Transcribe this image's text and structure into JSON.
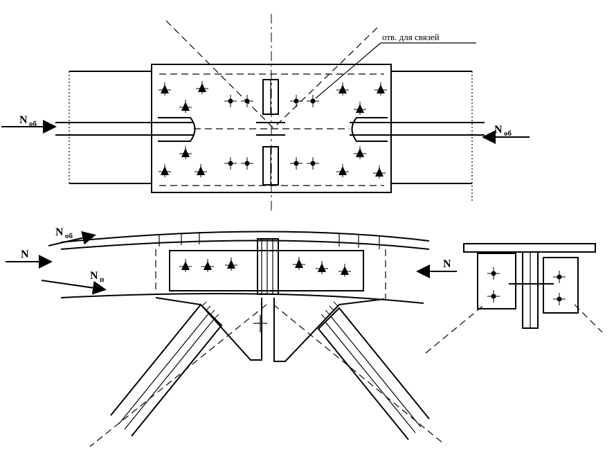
{
  "labels": {
    "note_holes": "отв. для связей",
    "n_ob_left_main": "N",
    "n_ob_left_sub": "об",
    "n_ob_right_main": "N",
    "n_ob_right_sub": "об",
    "n_ob_mid_main": "N",
    "n_ob_mid_sub": "об",
    "n_left": "N",
    "n_right": "N",
    "n_p_main": "N",
    "n_p_sub": "п"
  }
}
